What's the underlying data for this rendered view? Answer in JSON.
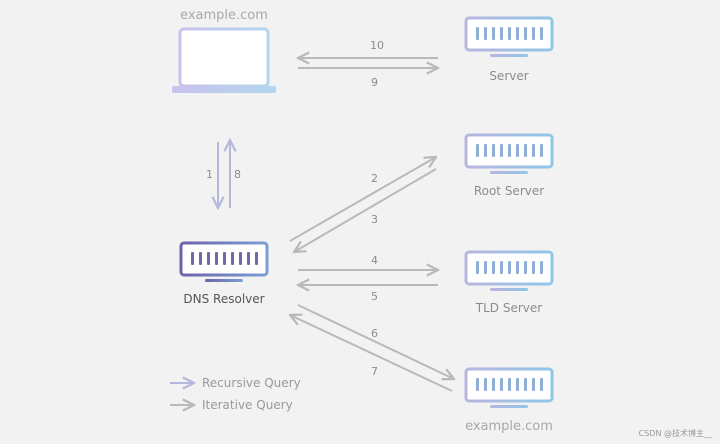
{
  "labels": {
    "client_top": "example.com",
    "server": "Server",
    "root_server": "Root Server",
    "tld_server": "TLD Server",
    "auth_server": "example.com",
    "resolver": "DNS Resolver"
  },
  "steps": [
    "1",
    "2",
    "3",
    "4",
    "5",
    "6",
    "7",
    "8",
    "9",
    "10"
  ],
  "legend": {
    "recursive": "Recursive Query",
    "iterative": "Iterative Query"
  },
  "watermark": "CSDN @技术博主__",
  "colors": {
    "recursive": "#b4b8dc",
    "iterative": "#b9b9b9",
    "server_border": "#8aa6cf",
    "resolver_border": "#6c6aa6",
    "laptop": "#c9c9ea"
  }
}
